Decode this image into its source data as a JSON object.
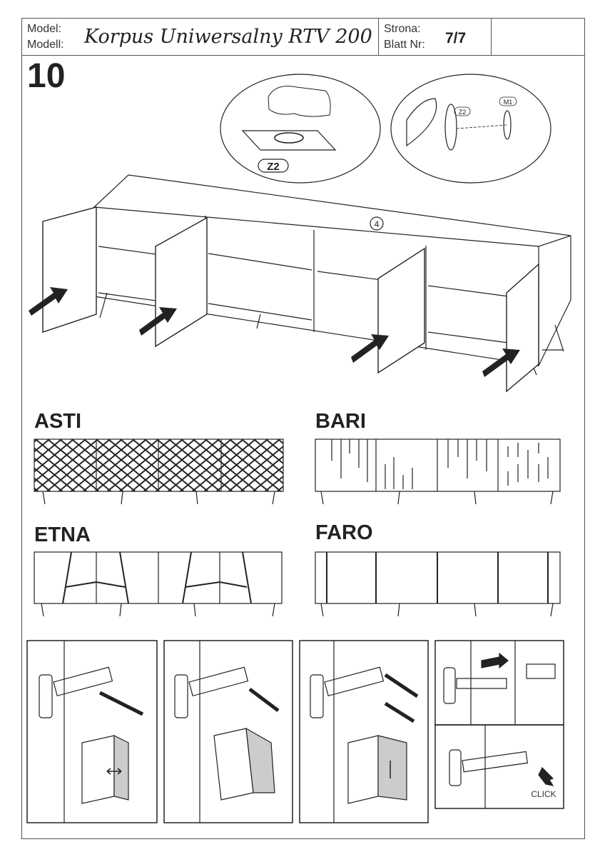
{
  "header": {
    "model_label_pl": "Model:",
    "model_label_de": "Modell:",
    "model_name": "Korpus Uniwersalny RTV 200",
    "page_label_pl": "Strona:",
    "page_label_de": "Blatt Nr:",
    "page_number": "7/7"
  },
  "step": {
    "number": "10"
  },
  "details": {
    "part_z2": "Z2",
    "part_z2_small": "Z2",
    "part_m1": "M1",
    "part_4": "4"
  },
  "variants": [
    {
      "name": "ASTI"
    },
    {
      "name": "BARI"
    },
    {
      "name": "ETNA"
    },
    {
      "name": "FARO"
    }
  ],
  "hinge": {
    "click_label": "CLICK"
  }
}
